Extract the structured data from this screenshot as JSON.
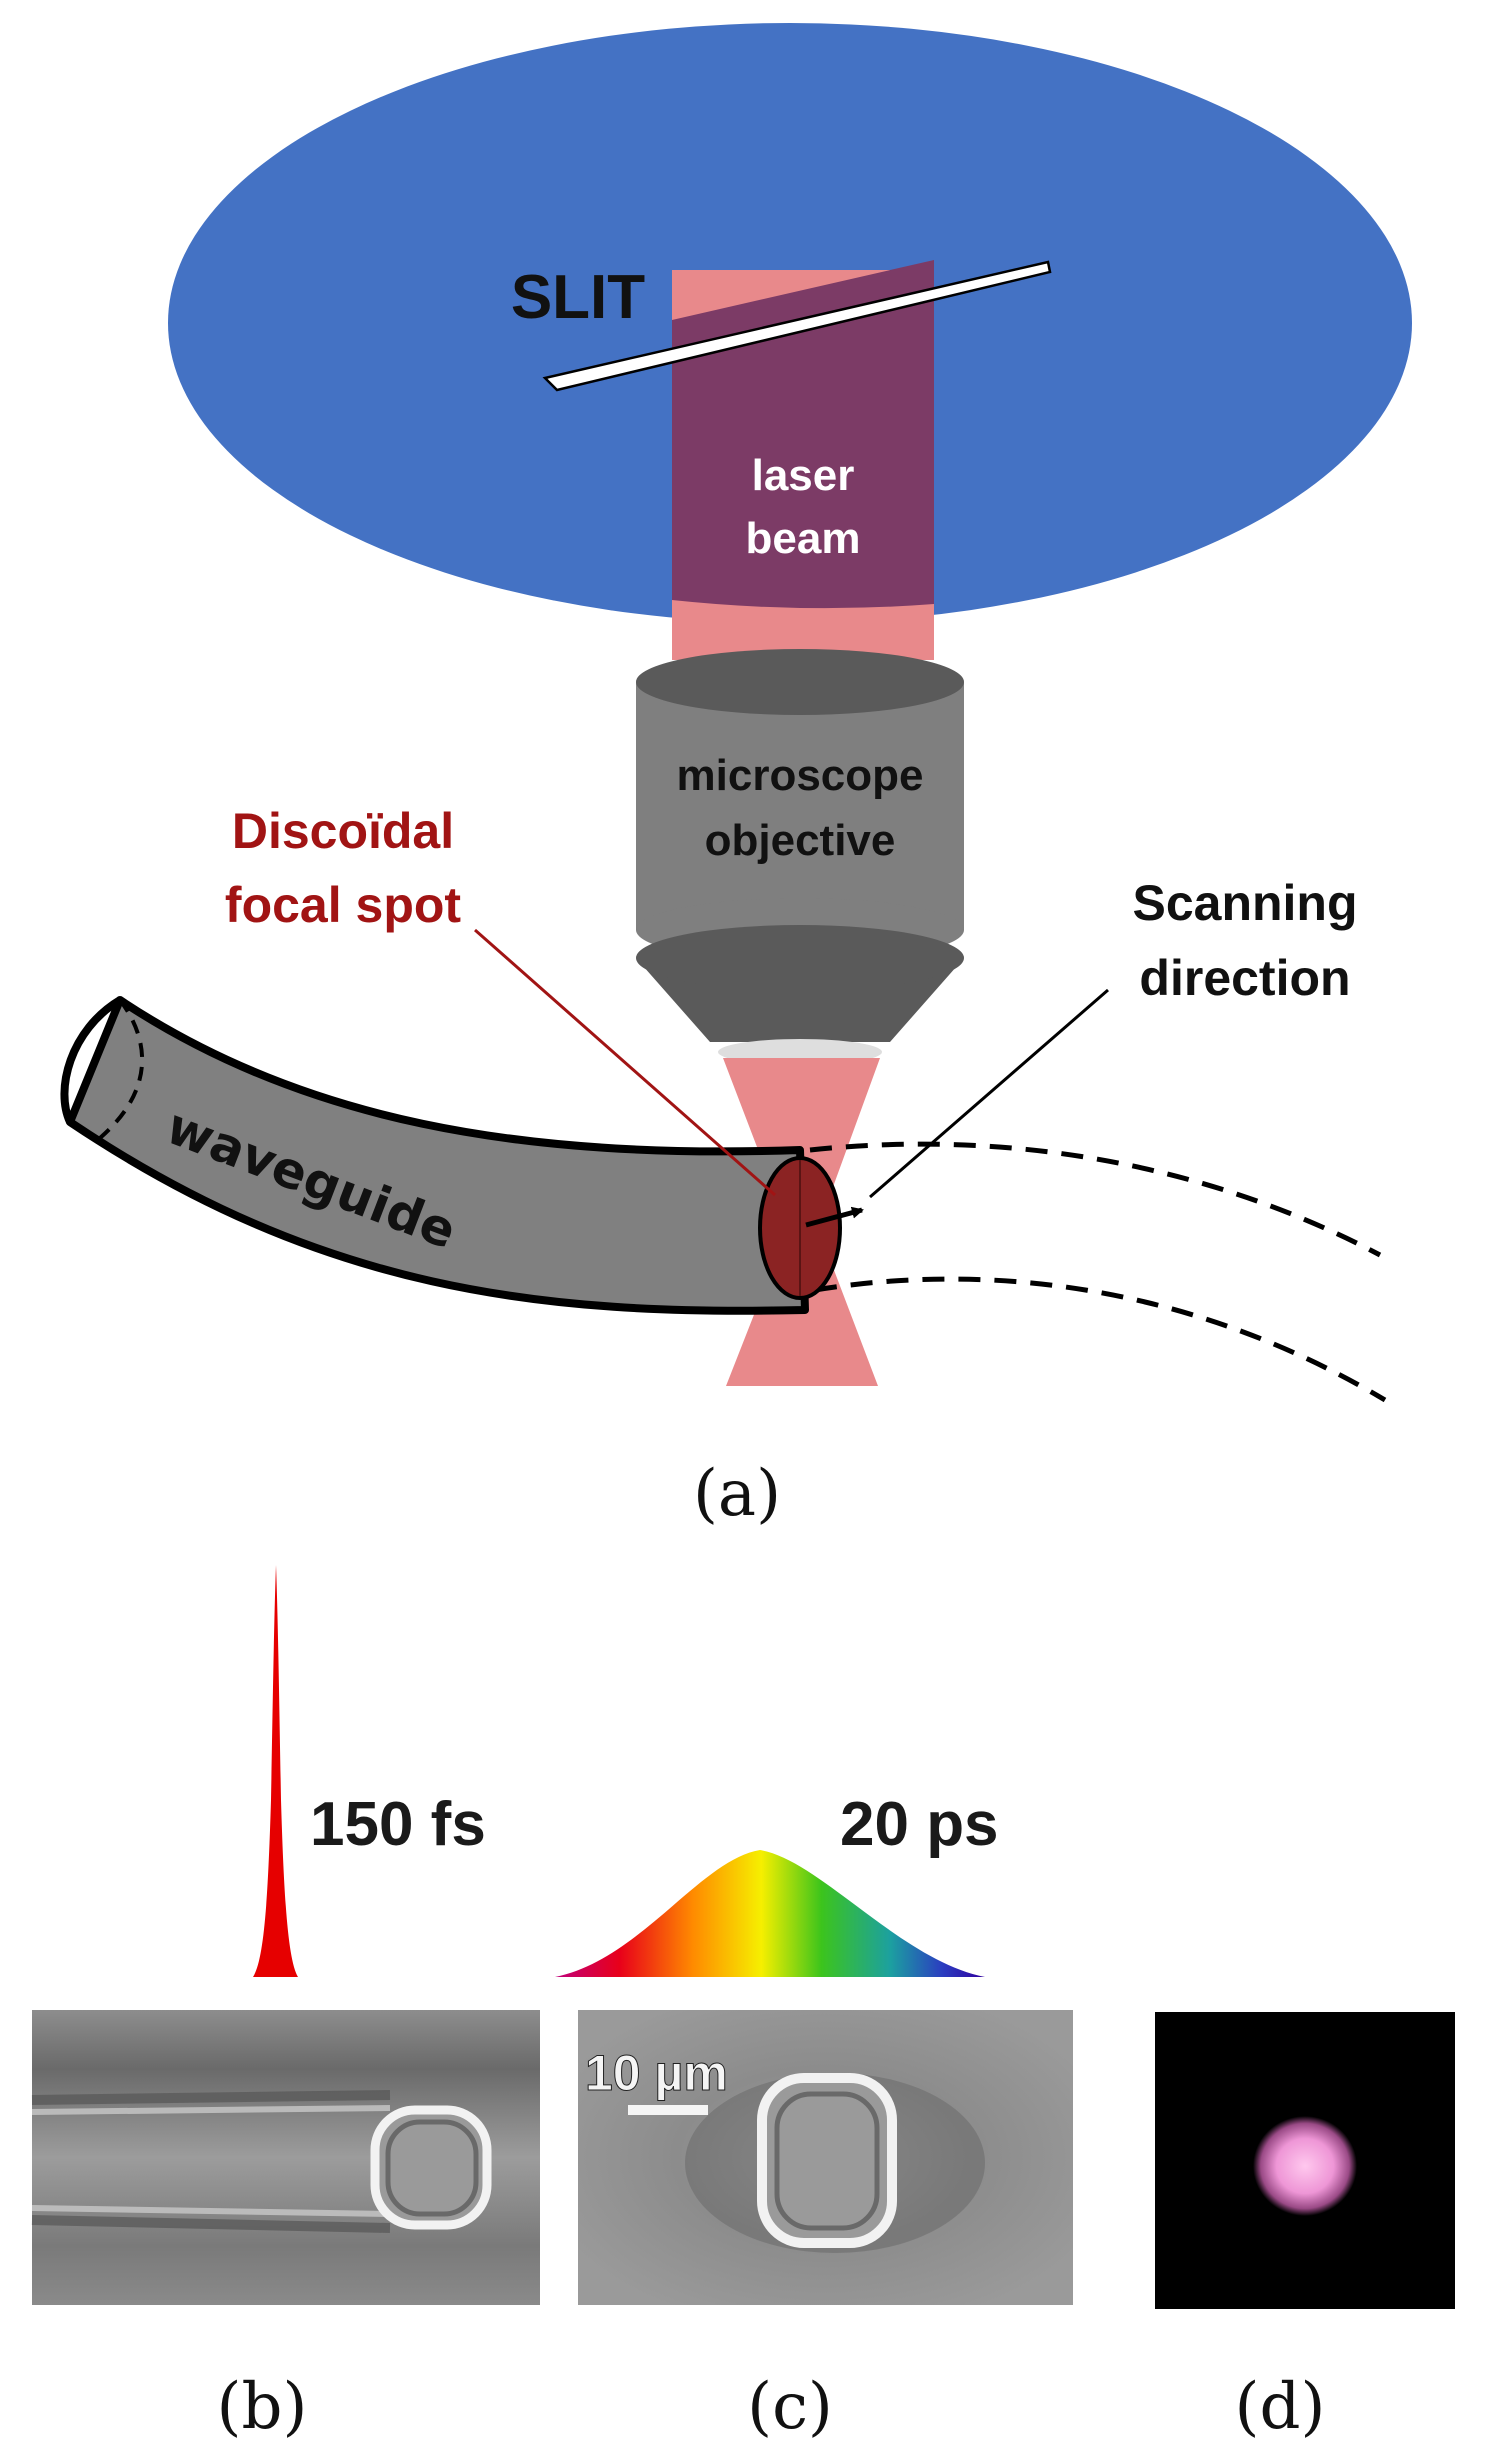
{
  "diagram": {
    "panel_a": {
      "slit_label": "SLIT",
      "laser_beam_line1": "laser",
      "laser_beam_line2": "beam",
      "objective_line1": "microscope",
      "objective_line2": "objective",
      "focal_spot_line1": "Discoïdal",
      "focal_spot_line2": "focal spot",
      "scanning_line1": "Scanning",
      "scanning_line2": "direction",
      "waveguide_label": "waveguide",
      "caption": "(a)"
    },
    "pulses": {
      "short_pulse_label": "150 fs",
      "long_pulse_label": "20 ps"
    },
    "panel_b": {
      "caption": "(b)"
    },
    "panel_c": {
      "caption": "(c)",
      "scale_bar_label": "10 µm"
    },
    "panel_d": {
      "caption": "(d)"
    }
  },
  "colors": {
    "disc_blue": "#4472c4",
    "beam_pink": "#e8898b",
    "beam_on_disc": "#7c3b66",
    "objective_gray": "#7f7f7f",
    "objective_dark": "#5a5a5a",
    "waveguide_gray": "#808080",
    "focal_spot": "#8b2323",
    "annotation_red": "#a11414",
    "text_dark": "#111111"
  }
}
